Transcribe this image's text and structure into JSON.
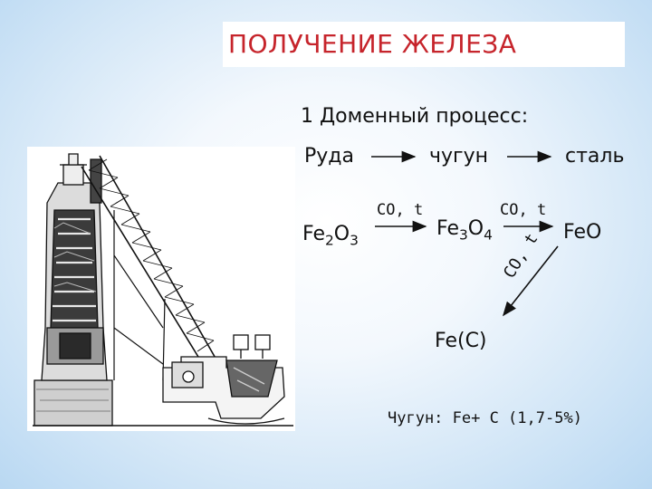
{
  "title": "ПОЛУЧЕНИЕ ЖЕЛЕЗА",
  "heading": "1 Доменный процесс:",
  "row1": {
    "ore": "Руда",
    "cast_iron": "чугун",
    "steel": "сталь"
  },
  "row2": {
    "fe2o3_a": "Fe",
    "fe2o3_b": "2",
    "fe2o3_c": "O",
    "fe2o3_d": "3",
    "cond1": "CO, t",
    "fe3o4_a": "Fe",
    "fe3o4_b": "3",
    "fe3o4_c": "O",
    "fe3o4_d": "4",
    "cond2": "CO, t",
    "feo": "FeO"
  },
  "diag_cond": "CO, t",
  "fec": "Fe(C)",
  "cast_iron_note": "Чугун: Fe+ C (1,7-5%)"
}
